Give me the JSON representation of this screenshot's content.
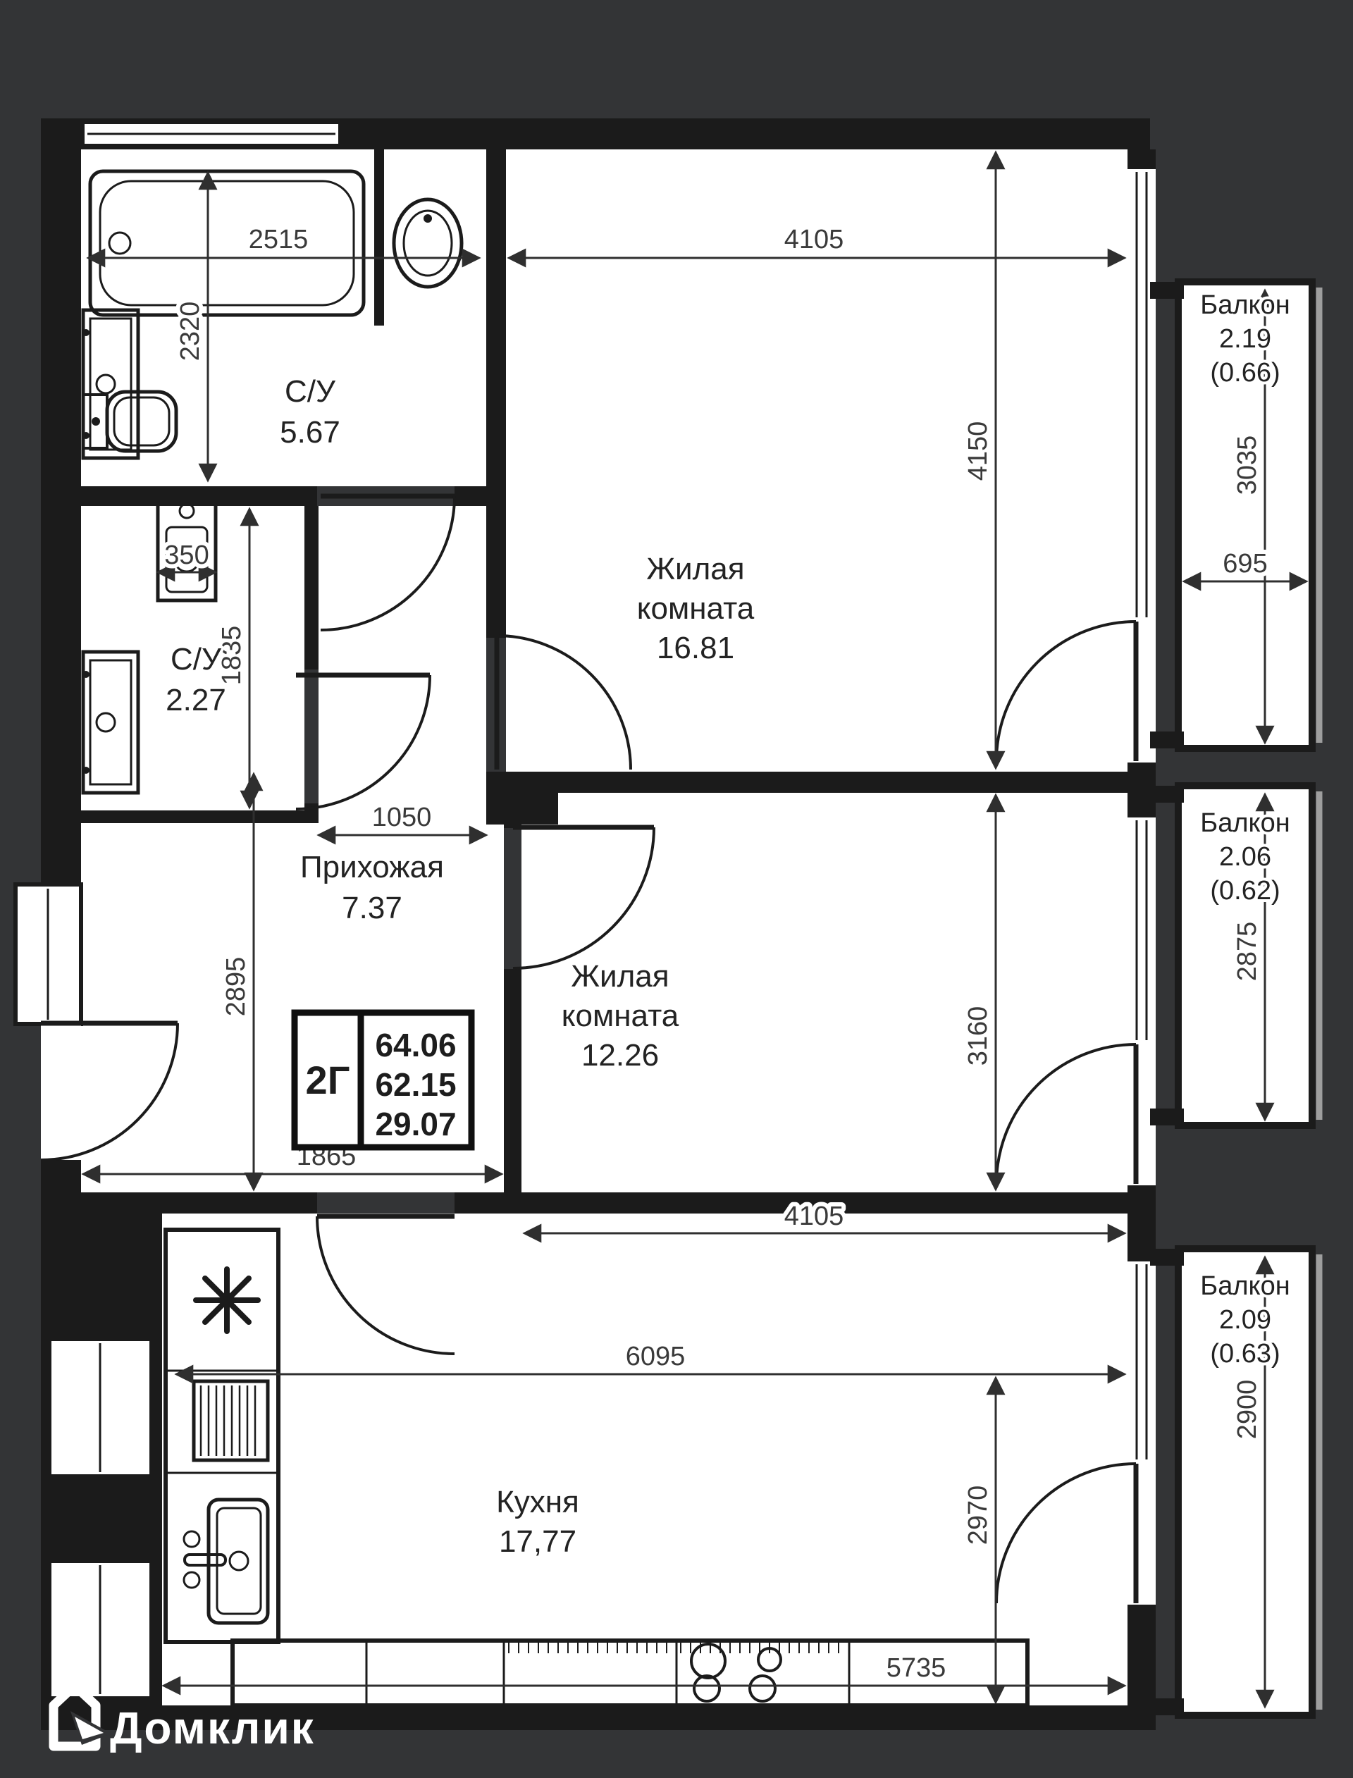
{
  "page": {
    "background": "#333436",
    "floor_color": "#ffffff",
    "wall_color": "#1b1b1b"
  },
  "rooms": {
    "bath_large": {
      "name": "С/У",
      "area": "5.67"
    },
    "bath_small": {
      "name": "С/У",
      "area": "2.27"
    },
    "hallway": {
      "name": "Прихожая",
      "area": "7.37"
    },
    "living1": {
      "name": "Жилая",
      "name2": "комната",
      "area": "16.81"
    },
    "living2": {
      "name": "Жилая",
      "name2": "комната",
      "area": "12.26"
    },
    "kitchen": {
      "name": "Кухня",
      "area": "17,77"
    }
  },
  "balconies": {
    "b1": {
      "name": "Балкон",
      "area": "2.19",
      "coeff": "(0.66)"
    },
    "b2": {
      "name": "Балкон",
      "area": "2.06",
      "coeff": "(0.62)"
    },
    "b3": {
      "name": "Балкон",
      "area": "2.09",
      "coeff": "(0.63)"
    }
  },
  "info": {
    "type": "2Г",
    "total": "64.06",
    "area2": "62.15",
    "area3": "29.07"
  },
  "dims": {
    "d2515": "2515",
    "d2320": "2320",
    "d4105a": "4105",
    "d4150": "4150",
    "d350": "350",
    "d1835": "1835",
    "d1050": "1050",
    "d2895": "2895",
    "d1865": "1865",
    "d3160": "3160",
    "d4105b": "4105",
    "d6095": "6095",
    "d2970": "2970",
    "d5735": "5735",
    "d3035": "3035",
    "d695": "695",
    "d2875": "2875",
    "d2900": "2900"
  },
  "logo": {
    "text": "Домклик"
  }
}
